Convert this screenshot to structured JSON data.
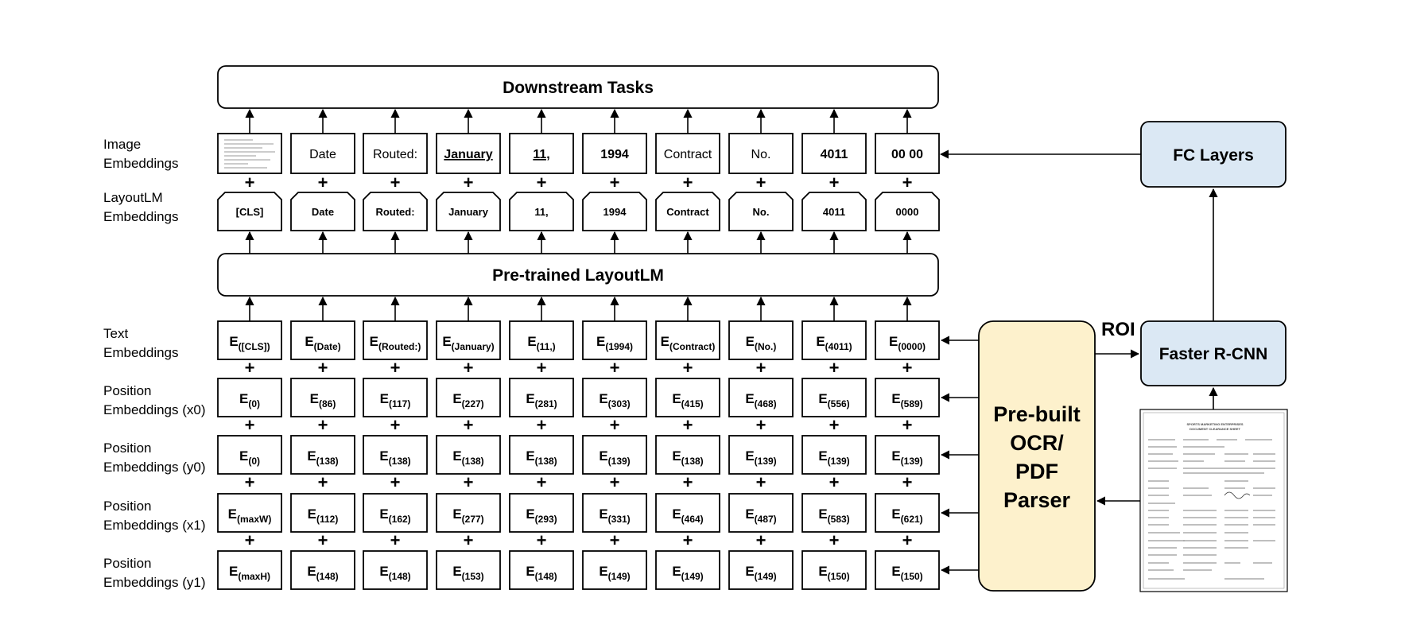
{
  "header": {
    "title": "Downstream Tasks"
  },
  "model": {
    "title": "Pre-trained LayoutLM"
  },
  "ocr": {
    "lines": [
      "Pre-built",
      "OCR/",
      "PDF",
      "Parser"
    ]
  },
  "roi": {
    "label": "ROI"
  },
  "faster_rcnn": {
    "label": "Faster R-CNN"
  },
  "fc_layers": {
    "label": "FC Layers"
  },
  "row_labels": {
    "image": [
      "Image",
      "Embeddings"
    ],
    "layoutlm": [
      "LayoutLM",
      "Embeddings"
    ],
    "text": [
      "Text",
      "Embeddings"
    ],
    "x0": [
      "Position",
      "Embeddings (x0)"
    ],
    "y0": [
      "Position",
      "Embeddings (y0)"
    ],
    "x1": [
      "Position",
      "Embeddings (x1)"
    ],
    "y1": [
      "Position",
      "Embeddings (y1)"
    ]
  },
  "plus_sign": "+",
  "embedding_prefix": "E",
  "image_tokens": [
    "Date",
    "Routed:",
    "January",
    "11,",
    "1994",
    "Contract",
    "No.",
    "4011",
    "00 00"
  ],
  "layoutlm_tokens": [
    "[CLS]",
    "Date",
    "Routed:",
    "January",
    "11,",
    "1994",
    "Contract",
    "No.",
    "4011",
    "0000"
  ],
  "text_embeddings": [
    "([CLS])",
    "(Date)",
    "(Routed:)",
    "(January)",
    "(11,)",
    "(1994)",
    "(Contract)",
    "(No.)",
    "(4011)",
    "(0000)"
  ],
  "x0_embeddings": [
    "(0)",
    "(86)",
    "(117)",
    "(227)",
    "(281)",
    "(303)",
    "(415)",
    "(468)",
    "(556)",
    "(589)"
  ],
  "y0_embeddings": [
    "(0)",
    "(138)",
    "(138)",
    "(138)",
    "(138)",
    "(139)",
    "(138)",
    "(139)",
    "(139)",
    "(139)"
  ],
  "x1_embeddings": [
    "(maxW)",
    "(112)",
    "(162)",
    "(277)",
    "(293)",
    "(331)",
    "(464)",
    "(487)",
    "(583)",
    "(621)"
  ],
  "y1_embeddings": [
    "(maxH)",
    "(148)",
    "(148)",
    "(153)",
    "(148)",
    "(149)",
    "(149)",
    "(149)",
    "(150)",
    "(150)"
  ],
  "document": {
    "heading": [
      "SPORTS MARKETING ENTERPRISES",
      "DOCUMENT CLEARANCE SHEET"
    ]
  },
  "colors": {
    "blue_box": "#dbe8f4",
    "ocr_box": "#fdf1cc",
    "stroke": "#000000"
  }
}
